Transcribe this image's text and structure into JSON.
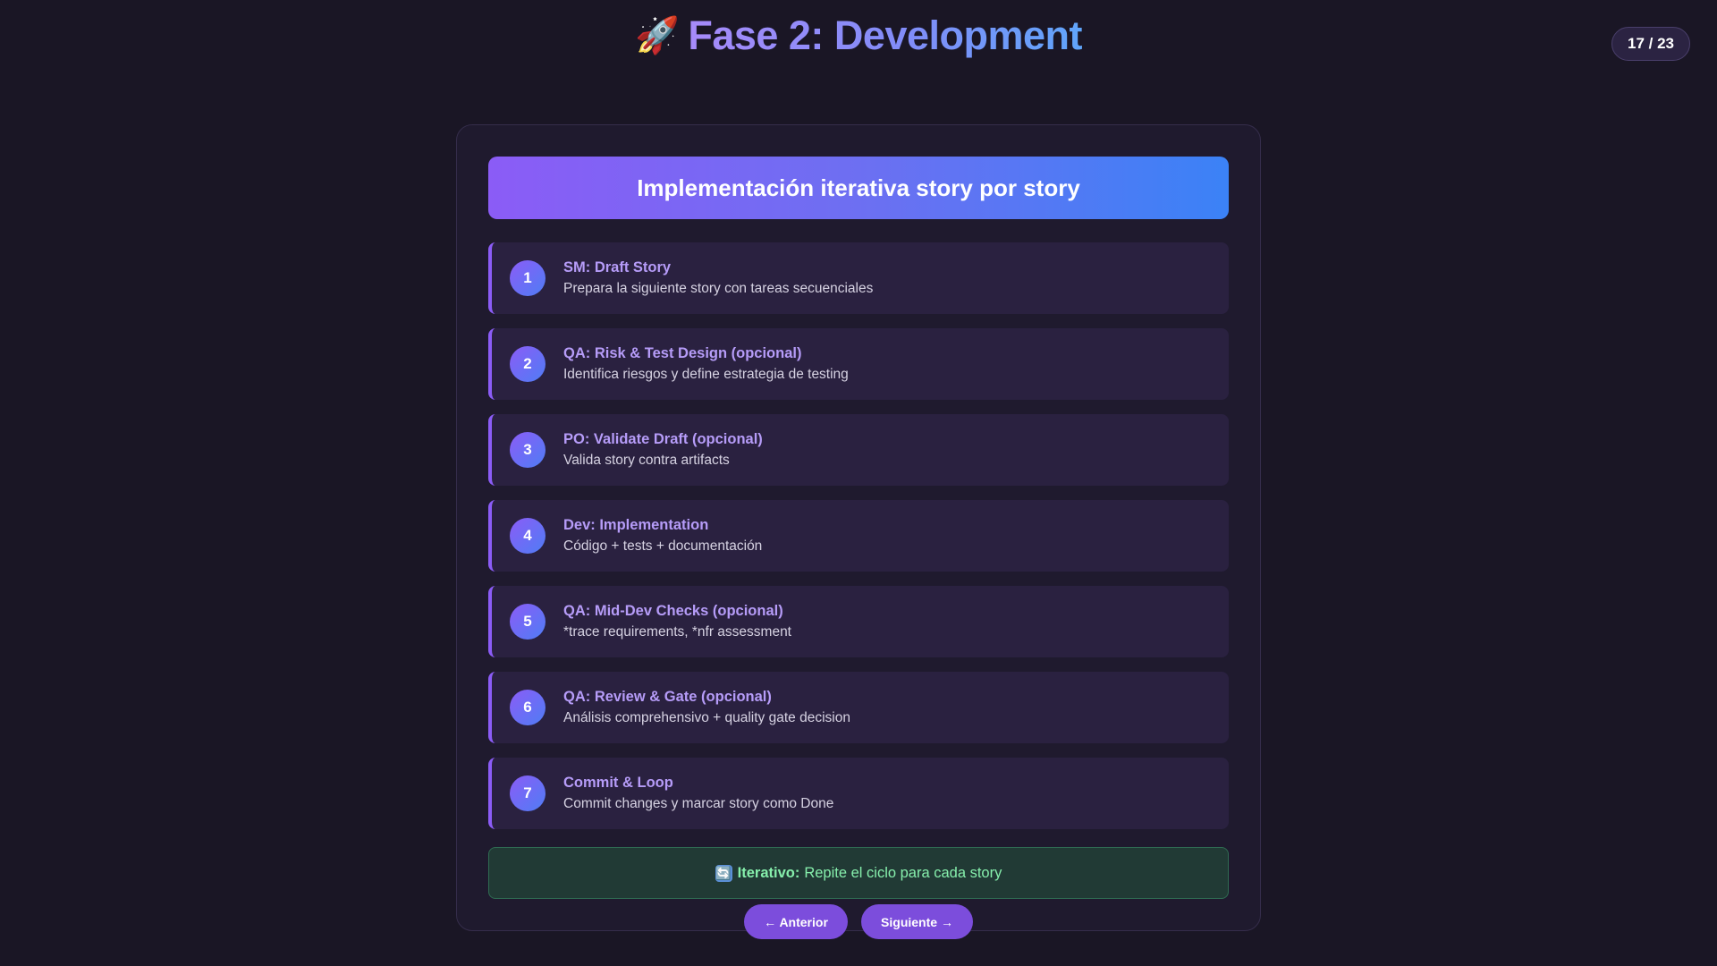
{
  "header": {
    "emoji": "🚀",
    "title": "Fase 2: Development",
    "counter": "17 / 23"
  },
  "panel": {
    "banner": "Implementación iterativa story por story",
    "steps": [
      {
        "num": "1",
        "title": "SM: Draft Story",
        "desc": "Prepara la siguiente story con tareas secuenciales"
      },
      {
        "num": "2",
        "title": "QA: Risk & Test Design (opcional)",
        "desc": "Identifica riesgos y define estrategia de testing"
      },
      {
        "num": "3",
        "title": "PO: Validate Draft (opcional)",
        "desc": "Valida story contra artifacts"
      },
      {
        "num": "4",
        "title": "Dev: Implementation",
        "desc": "Código + tests + documentación"
      },
      {
        "num": "5",
        "title": "QA: Mid-Dev Checks (opcional)",
        "desc": "*trace requirements, *nfr assessment"
      },
      {
        "num": "6",
        "title": "QA: Review & Gate (opcional)",
        "desc": "Análisis comprehensivo + quality gate decision"
      },
      {
        "num": "7",
        "title": "Commit & Loop",
        "desc": "Commit changes y marcar story como Done"
      }
    ],
    "note": {
      "icon": "🔄",
      "label": "Iterativo:",
      "text": "Repite el ciclo para cada story"
    }
  },
  "nav": {
    "prev_label": "← Anterior",
    "next_label": "Siguiente →"
  },
  "colors": {
    "background": "#1a1625",
    "accent": "#8b5cf6",
    "accent_blue": "#3b82f6",
    "step_title": "#b69cf8",
    "note_text": "#86efac"
  }
}
